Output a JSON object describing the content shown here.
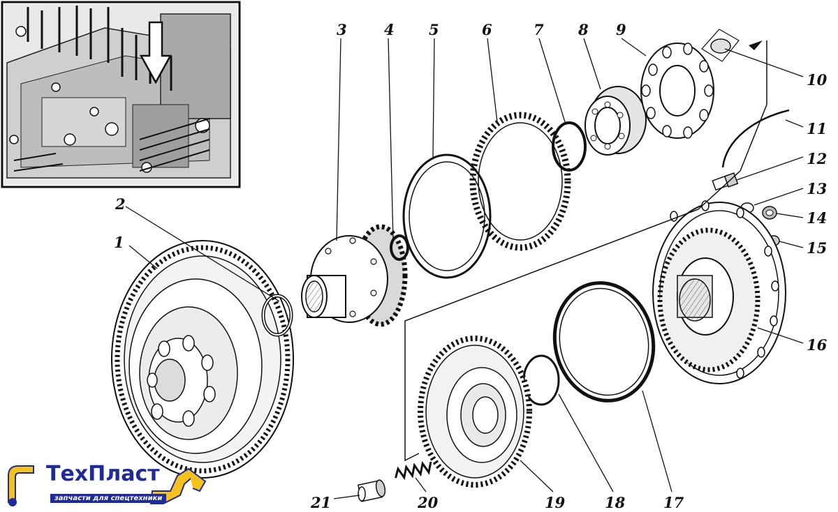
{
  "diagram": {
    "colors": {
      "ink": "#111111",
      "paper": "#ffffff",
      "shade": "#d8d8d8",
      "brand_blue": "#1f2a9b",
      "brand_yellow": "#f4c21a"
    },
    "callouts": [
      {
        "id": "1",
        "label": "1"
      },
      {
        "id": "2",
        "label": "2"
      },
      {
        "id": "3",
        "label": "3"
      },
      {
        "id": "4",
        "label": "4"
      },
      {
        "id": "5",
        "label": "5"
      },
      {
        "id": "6",
        "label": "6"
      },
      {
        "id": "7",
        "label": "7"
      },
      {
        "id": "8",
        "label": "8"
      },
      {
        "id": "9",
        "label": "9"
      },
      {
        "id": "10",
        "label": "10"
      },
      {
        "id": "11",
        "label": "11"
      },
      {
        "id": "12",
        "label": "12"
      },
      {
        "id": "13",
        "label": "13"
      },
      {
        "id": "14",
        "label": "14"
      },
      {
        "id": "15",
        "label": "15"
      },
      {
        "id": "16",
        "label": "16"
      },
      {
        "id": "17",
        "label": "17"
      },
      {
        "id": "18",
        "label": "18"
      },
      {
        "id": "19",
        "label": "19"
      },
      {
        "id": "20",
        "label": "20"
      },
      {
        "id": "21",
        "label": "21"
      }
    ]
  },
  "logo": {
    "name": "ТехПласт",
    "tagline": "запчасти для спецтехники",
    "icon": "excavator-icon"
  },
  "inset": {
    "icon": "down-arrow-icon"
  }
}
